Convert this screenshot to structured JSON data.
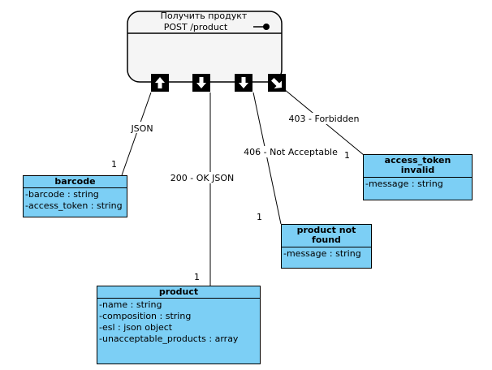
{
  "endpoint": {
    "line1": "Получить продукт",
    "line2": "POST /product"
  },
  "connectors": {
    "json_in": "JSON",
    "ok": "200 - OK  JSON",
    "not_acceptable": "406 - Not Acceptable",
    "forbidden": "403 - Forbidden",
    "mult_barcode": "1",
    "mult_product": "1",
    "mult_notfound": "1",
    "mult_token": "1"
  },
  "classes": {
    "barcode": {
      "name": "barcode",
      "attrs": [
        "-barcode : string",
        "-access_token : string"
      ]
    },
    "product": {
      "name": "product",
      "attrs": [
        "-name : string",
        "-composition : string",
        "-esl : json object",
        "-unacceptable_products : array"
      ]
    },
    "not_found": {
      "name_line1": "product not",
      "name_line2": "found",
      "attrs": [
        "-message : string"
      ]
    },
    "token_invalid": {
      "name_line1": "access_token",
      "name_line2": "invalid",
      "attrs": [
        "-message : string"
      ]
    }
  },
  "colors": {
    "class_fill": "#7ccff5",
    "endpoint_fill": "#f5f5f5"
  }
}
